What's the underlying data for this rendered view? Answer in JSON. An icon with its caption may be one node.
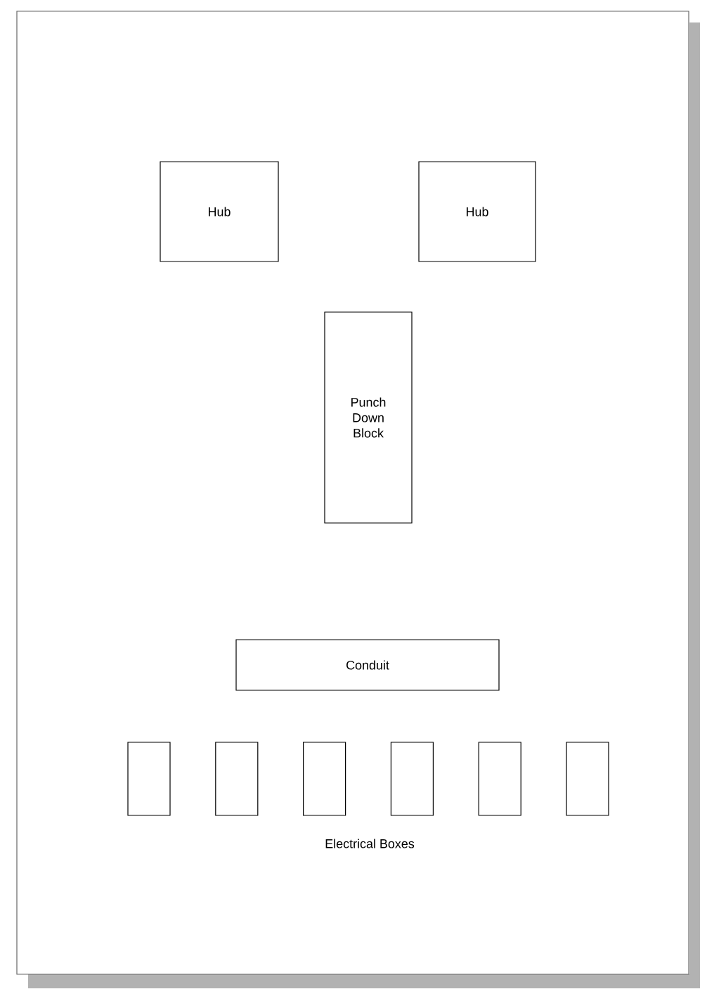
{
  "diagram": {
    "nodes": [
      {
        "text": [
          "Hub"
        ]
      },
      {
        "text": [
          "Hub"
        ]
      },
      {
        "text": [
          "Punch Down Block"
        ]
      },
      {
        "text": [
          "Conduit"
        ]
      },
      {
        "text": [],
        "shape": "box"
      },
      {
        "text": [],
        "shape": "box"
      },
      {
        "text": [],
        "shape": "box"
      },
      {
        "text": [],
        "shape": "box"
      },
      {
        "text": [],
        "shape": "box"
      },
      {
        "text": [],
        "shape": "box"
      }
    ],
    "labels": [
      "Electrical Boxes"
    ]
  }
}
